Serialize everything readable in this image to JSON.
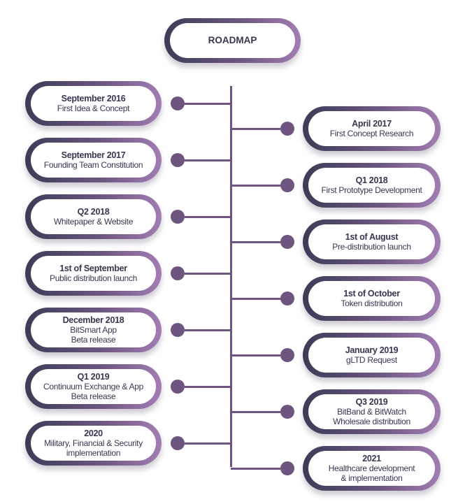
{
  "title": "ROADMAP",
  "left": [
    {
      "title": "September 2016",
      "lines": [
        "First Idea & Concept"
      ]
    },
    {
      "title": "September 2017",
      "lines": [
        "Founding Team Constitution"
      ]
    },
    {
      "title": "Q2 2018",
      "lines": [
        "Whitepaper & Website"
      ]
    },
    {
      "title": "1st of September",
      "lines": [
        "Public distribution launch"
      ]
    },
    {
      "title": "December 2018",
      "lines": [
        "BitSmart App",
        "Beta release"
      ]
    },
    {
      "title": "Q1 2019",
      "lines": [
        "Continuum Exchange & App",
        "Beta release"
      ]
    },
    {
      "title": "2020",
      "lines": [
        "Military, Financial & Security",
        "implementation"
      ]
    }
  ],
  "right": [
    {
      "title": "April 2017",
      "lines": [
        "First Concept Research"
      ]
    },
    {
      "title": "Q1 2018",
      "lines": [
        "First Prototype Development"
      ]
    },
    {
      "title": "1st of August",
      "lines": [
        "Pre-distribution launch"
      ]
    },
    {
      "title": "1st of October",
      "lines": [
        "Token distribution"
      ]
    },
    {
      "title": "January 2019",
      "lines": [
        "gLTD Request"
      ]
    },
    {
      "title": "Q3 2019",
      "lines": [
        "BitBand & BitWatch",
        "Wholesale distribution"
      ]
    },
    {
      "title": "2021",
      "lines": [
        "Healthcare development",
        "& implementation"
      ]
    }
  ],
  "colors": {
    "accent": "#6e557f",
    "gradient_start": "#3c3c56",
    "gradient_end": "#a27db3",
    "text": "#3a3550"
  }
}
